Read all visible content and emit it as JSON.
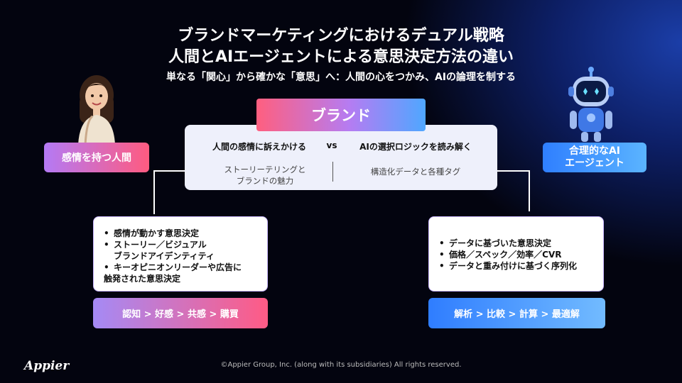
{
  "header": {
    "title_line1": "ブランドマーケティングにおけるデュアル戦略",
    "title_line2": "人間とAIエージェントによる意思決定方法の違い",
    "subtitle": "単なる「関心」から確かな「意思」へ：人間の心をつかみ、AIの論理を制する"
  },
  "brand": {
    "label": "ブランド"
  },
  "comparison": {
    "left_title": "人間の感情に訴えかける",
    "vs": "vs",
    "right_title": "AIの選択ロジックを読み解く",
    "left_sub": [
      "ストーリーテリングと",
      "ブランドの魅力"
    ],
    "right_sub": "構造化データと各種タグ"
  },
  "human": {
    "tag": "感情を持つ人間",
    "items": [
      [
        "感情が動かす意思決定"
      ],
      [
        "ストーリー／ビジュアル",
        "ブランドアイデンティティ"
      ],
      [
        "キーオピニオンリーダーや広告に",
        "触発された意思決定"
      ]
    ],
    "flow": "認知 > 好感 > 共感 > 購買",
    "avatar_icon": "woman-avatar-icon"
  },
  "ai": {
    "tag": [
      "合理的なAI",
      "エージェント"
    ],
    "items": [
      [
        "データに基づいた意思決定"
      ],
      [
        "価格／スペック／効率／CVR"
      ],
      [
        "データと重み付けに基づく序列化"
      ]
    ],
    "flow": "解析 > 比較 > 計算 > 最適解",
    "avatar_icon": "robot-avatar-icon"
  },
  "footer": {
    "copyright": "©Appier Group, Inc. (along with its subsidiaries) All rights reserved.",
    "logo": "Appier"
  },
  "colors": {
    "human_gradient": [
      "#b47af5",
      "#ff5b80"
    ],
    "ai_gradient": [
      "#2f7fff",
      "#5bb4ff"
    ],
    "background": "#03040f"
  }
}
